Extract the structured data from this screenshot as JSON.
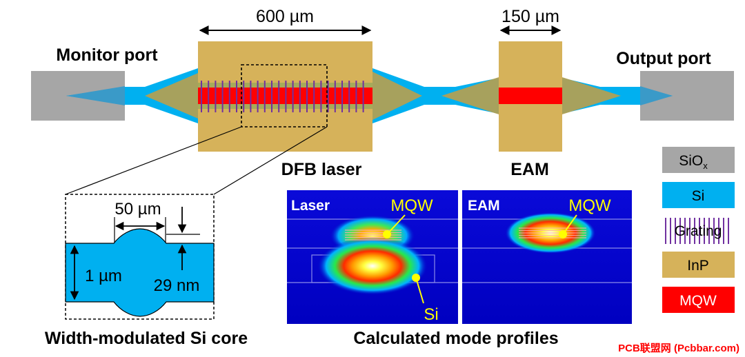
{
  "top": {
    "laser_length": "600 µm",
    "eam_length": "150 µm",
    "monitor_port": "Monitor port",
    "output_port": "Output port",
    "dfb_laser": "DFB laser",
    "eam": "EAM"
  },
  "legend": {
    "items": [
      {
        "label": "SiO",
        "subscript": "x",
        "color": "#a6a6a6"
      },
      {
        "label": "Si",
        "color": "#00b0f0"
      },
      {
        "label": "Grating",
        "color": "#7030a0"
      },
      {
        "label": "InP",
        "color": "#d6b25a"
      },
      {
        "label": "MQW",
        "color": "#ff0000"
      }
    ]
  },
  "si_core": {
    "width_label": "50 µm",
    "height_label": "1 µm",
    "depth_label": "29 nm",
    "caption": "Width-modulated Si core"
  },
  "mode_profiles": {
    "laser_panel": {
      "title": "Laser",
      "mqw": "MQW",
      "si": "Si"
    },
    "eam_panel": {
      "title": "EAM",
      "mqw": "MQW"
    },
    "caption": "Calculated mode profiles"
  },
  "watermark": "PCB联盟网 (Pcbbar.com)"
}
